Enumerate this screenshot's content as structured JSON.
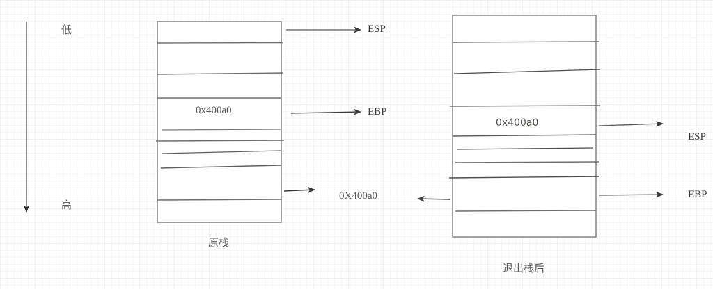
{
  "diagram": {
    "title_hidden": "",
    "axis": {
      "name": "memory-address-axis",
      "direction": "downward",
      "top_label": "低",
      "bottom_label": "高"
    },
    "stacks": [
      {
        "id": "original-stack",
        "caption": "原栈",
        "cell_value": "0x400a0",
        "slot_count": 9,
        "pointers": [
          {
            "name": "ESP",
            "label": "ESP",
            "target_slot": 0
          },
          {
            "name": "EBP",
            "label": "EBP",
            "target_slot": 3
          }
        ],
        "outgoing_value": "0X400a0"
      },
      {
        "id": "after-pop-stack",
        "caption": "退出栈后",
        "cell_value": "0x400a0",
        "slot_count": 9,
        "pointers": [
          {
            "name": "ESP",
            "label": "ESP",
            "target_slot": 3
          },
          {
            "name": "EBP",
            "label": "EBP",
            "target_slot": 7
          }
        ],
        "incoming_value": "0X400a0"
      }
    ],
    "transfer_label": "0X400a0",
    "colors": {
      "box_stroke": "#808080",
      "divider_stroke": "#6e6e6e",
      "arrow_stroke": "#555555",
      "text": "#555555",
      "grid_minor": "#f7f7f7",
      "grid_major": "#f2f2f2",
      "canvas_background": "#ffffff"
    }
  }
}
